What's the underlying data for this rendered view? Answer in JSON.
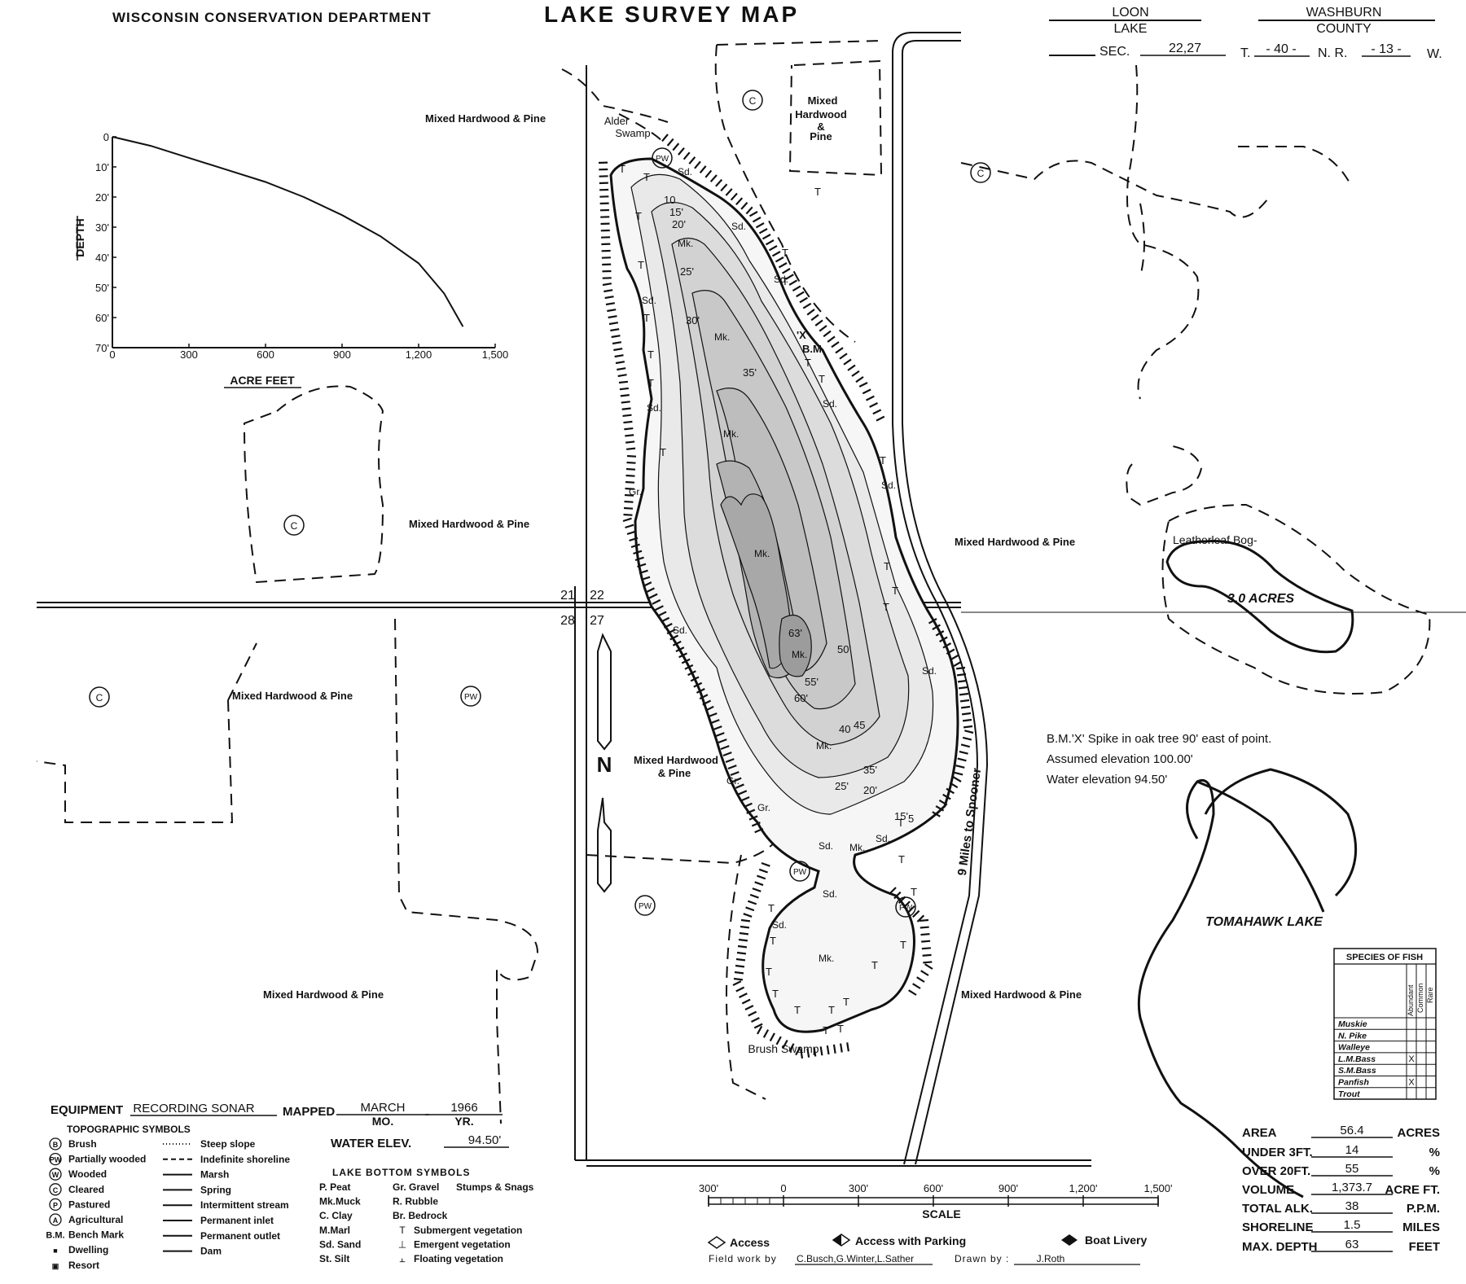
{
  "header": {
    "department": "WISCONSIN CONSERVATION DEPARTMENT",
    "title": "LAKE SURVEY MAP",
    "lake_name_1": "LOON",
    "lake_name_2": "LAKE",
    "county_name": "WASHBURN",
    "county_label": "COUNTY",
    "sec_label": "SEC.",
    "sec_value": "22,27",
    "t_label": "T.",
    "t_value": "- 40 -",
    "n_label": "N. R.",
    "r_value": "- 13 -",
    "w_label": "W."
  },
  "depth_chart": {
    "ylabel": "DEPTH",
    "xlabel": "ACRE FEET",
    "y_ticks": [
      "0",
      "10'",
      "20'",
      "30'",
      "40'",
      "50'",
      "60'",
      "70'"
    ],
    "x_ticks": [
      "0",
      "300",
      "600",
      "900",
      "1,200",
      "1,500"
    ]
  },
  "chart_data": {
    "type": "line",
    "title": "",
    "xlabel": "ACRE FEET",
    "ylabel": "DEPTH",
    "xlim": [
      0,
      1500
    ],
    "ylim": [
      0,
      70
    ],
    "y_inverted": true,
    "series": [
      {
        "x": [
          0,
          150,
          300,
          450,
          600,
          750,
          900,
          1050,
          1200,
          1300,
          1373.7
        ],
        "y": [
          0,
          3,
          7,
          11,
          15,
          20,
          26,
          33,
          42,
          52,
          63
        ]
      }
    ]
  },
  "sections": {
    "s21": "21",
    "s22": "22",
    "s28": "28",
    "s27": "27"
  },
  "north_label": "N",
  "land_labels": {
    "mhp_top": "Mixed Hardwood & Pine",
    "mhp_left": "Mixed Hardwood & Pine",
    "mhp_east": "Mixed Hardwood & Pine",
    "mhp_sw": "Mixed Hardwood & Pine",
    "mhp_center_1": "Mixed Hardwood",
    "mhp_center_2": "& Pine",
    "mhp_bottom_left": "Mixed Hardwood & Pine",
    "mhp_bottom_right": "Mixed Hardwood & Pine",
    "mhp_box_1": "Mixed",
    "mhp_box_2": "Hardwood",
    "mhp_box_3": "&",
    "mhp_box_4": "Pine",
    "alder_1": "Alder",
    "alder_2": "Swamp",
    "brush_swamp": "Brush  Swamp",
    "leatherleaf": "Leatherleaf  Bog-",
    "bog_acres": "3.0 ACRES",
    "tomahawk": "TOMAHAWK  LAKE",
    "road": "9 Miles to Spooner",
    "bm_point": "'X'",
    "bm_label": "B.M.",
    "c_mark": "C",
    "pw_mark": "PW"
  },
  "contours": [
    "5",
    "10",
    "15'",
    "20'",
    "25'",
    "30'",
    "35'",
    "40",
    "45",
    "50'",
    "55'",
    "60'",
    "63'"
  ],
  "bottom_marks": {
    "muck": "Mk.",
    "sand": "Sd.",
    "gravel": "Gr.",
    "veg": "T"
  },
  "benchmark": {
    "line1": "B.M.'X' Spike in oak tree 90' east of point.",
    "line2": "Assumed elevation 100.00'",
    "line3": "Water elevation 94.50'"
  },
  "fish_table": {
    "title": "SPECIES OF FISH",
    "columns": [
      "Abundant",
      "Common",
      "Rare"
    ],
    "rows": [
      {
        "name": "Muskie",
        "mark": ""
      },
      {
        "name": "N. Pike",
        "mark": ""
      },
      {
        "name": "Walleye",
        "mark": ""
      },
      {
        "name": "L.M.Bass",
        "mark": "X"
      },
      {
        "name": "S.M.Bass",
        "mark": ""
      },
      {
        "name": "Panfish",
        "mark": "X"
      },
      {
        "name": "Trout",
        "mark": ""
      }
    ]
  },
  "stats": {
    "area_label": "AREA",
    "area": "56.4",
    "area_unit": "ACRES",
    "under_label": "UNDER 3FT.",
    "under": "14",
    "under_unit": "%",
    "over_label": "OVER  20FT.",
    "over": "55",
    "over_unit": "%",
    "volume_label": "VOLUME",
    "volume": "1,373.7",
    "volume_unit": "ACRE FT.",
    "alk_label": "TOTAL ALK.",
    "alk": "38",
    "alk_unit": "P.P.M.",
    "shore_label": "SHORELINE",
    "shore": "1.5",
    "shore_unit": "MILES",
    "depth_label": "MAX. DEPTH",
    "depth": "63",
    "depth_unit": "FEET"
  },
  "equipment": {
    "label": "EQUIPMENT",
    "value": "RECORDING SONAR",
    "mapped_label": "MAPPED",
    "month": "MARCH",
    "year": "1966",
    "mo_label": "MO.",
    "yr_label": "YR.",
    "water_label": "WATER  ELEV.",
    "water_value": "94.50'"
  },
  "topo_legend": {
    "title": "TOPOGRAPHIC  SYMBOLS",
    "col1": [
      {
        "sym": "B",
        "label": "Brush"
      },
      {
        "sym": "PW",
        "label": "Partially wooded"
      },
      {
        "sym": "W",
        "label": "Wooded"
      },
      {
        "sym": "C",
        "label": "Cleared"
      },
      {
        "sym": "P",
        "label": "Pastured"
      },
      {
        "sym": "A",
        "label": "Agricultural"
      },
      {
        "sym": "B.M.",
        "label": "Bench Mark"
      },
      {
        "sym": "■",
        "label": "Dwelling"
      },
      {
        "sym": "▣",
        "label": "Resort"
      }
    ],
    "col2": [
      "Steep slope",
      "Indefinite shoreline",
      "Marsh",
      "Spring",
      "Intermittent  stream",
      "Permanent inlet",
      "Permanent outlet",
      "Dam"
    ]
  },
  "bottom_legend": {
    "title": "LAKE  BOTTOM  SYMBOLS",
    "col1": [
      "P. Peat",
      "Mk.Muck",
      "C. Clay",
      "M.Marl",
      "Sd. Sand",
      "St. Silt"
    ],
    "col2": [
      {
        "sym": "",
        "label": "Gr. Gravel"
      },
      {
        "sym": "",
        "label": "R. Rubble"
      },
      {
        "sym": "",
        "label": "Br. Bedrock"
      },
      {
        "sym": "T",
        "label": "Submergent vegetation"
      },
      {
        "sym": "⊥",
        "label": "Emergent vegetation"
      },
      {
        "sym": "⫠",
        "label": "Floating  vegetation"
      }
    ],
    "stumps": "Stumps  &  Snags"
  },
  "scale": {
    "label": "SCALE",
    "ticks": [
      "300'",
      "0",
      "300'",
      "600'",
      "900'",
      "1,200'",
      "1,500'"
    ]
  },
  "access_legend": {
    "access": "Access",
    "access_parking": "Access  with Parking",
    "boat_livery": "Boat  Livery"
  },
  "credits": {
    "field_label": "Field  work  by",
    "field_value": "C.Busch,G.Winter,L.Sather",
    "drawn_label": "Drawn  by :",
    "drawn_value": "J.Roth"
  }
}
